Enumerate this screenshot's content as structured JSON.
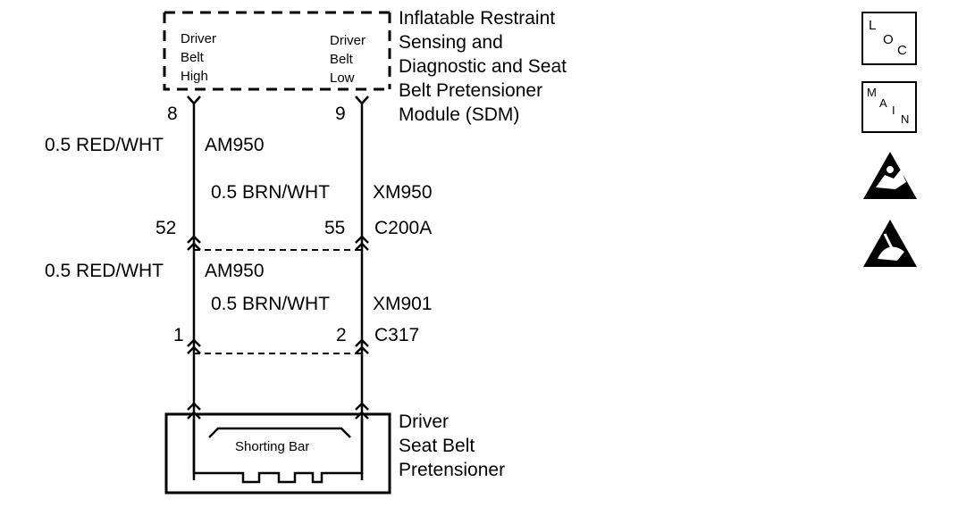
{
  "module": {
    "name_lines": [
      "Inflatable Restraint",
      "Sensing and",
      "Diagnostic and Seat",
      "Belt Pretensioner",
      "Module (SDM)"
    ],
    "pin_high_label": [
      "Driver",
      "Belt",
      "High"
    ],
    "pin_low_label": [
      "Driver",
      "Belt",
      "Low"
    ],
    "pin_high": "8",
    "pin_low": "9"
  },
  "wires_upper": {
    "left_gauge_color": "0.5 RED/WHT",
    "left_circuit": "AM950",
    "right_gauge_color": "0.5 BRN/WHT",
    "right_circuit": "XM950"
  },
  "connector_c200a": {
    "name": "C200A",
    "pin_left": "52",
    "pin_right": "55"
  },
  "wires_lower": {
    "left_gauge_color": "0.5 RED/WHT",
    "left_circuit": "AM950",
    "right_gauge_color": "0.5 BRN/WHT",
    "right_circuit": "XM901"
  },
  "connector_c317": {
    "name": "C317",
    "pin_left": "1",
    "pin_right": "2"
  },
  "pretensioner": {
    "name_lines": [
      "Driver",
      "Seat Belt",
      "Pretensioner"
    ],
    "shorting_bar_label": "Shorting Bar"
  },
  "icons": {
    "loc_letters": [
      "L",
      "O",
      "C"
    ],
    "main_letters": [
      "M",
      "A",
      "I",
      "N"
    ],
    "warning1": "airbag-warning-icon",
    "warning2": "esd-warning-icon"
  }
}
